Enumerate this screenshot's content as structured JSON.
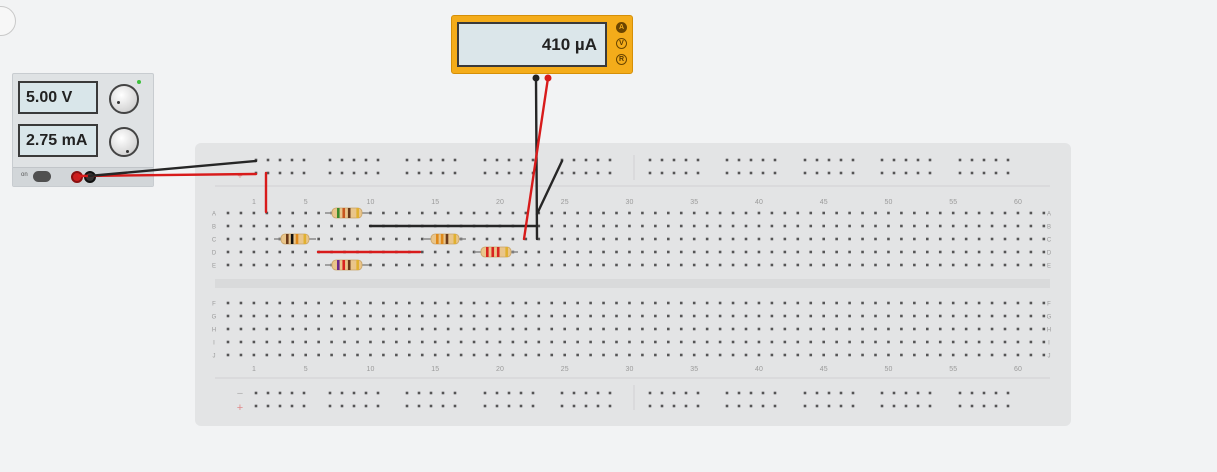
{
  "power_supply": {
    "voltage_display": "5.00 V",
    "current_display": "2.75 mA",
    "toggle_label": "on",
    "colors": {
      "positive_terminal": "#cc1e1e",
      "negative_terminal": "#333333"
    },
    "voltage_knob_icon": "voltage-knob-icon",
    "current_knob_icon": "current-knob-icon"
  },
  "multimeter": {
    "display": "410 µA",
    "modes": [
      {
        "label": "A",
        "active": true
      },
      {
        "label": "V",
        "active": false
      },
      {
        "label": "R",
        "active": false
      }
    ],
    "colors": {
      "body": "#f4ac1a",
      "probe_positive": "#d81b1b",
      "probe_negative": "#222222"
    }
  },
  "breadboard": {
    "column_numbers": [
      "1",
      "5",
      "10",
      "15",
      "20",
      "25",
      "30",
      "35",
      "40",
      "45",
      "50",
      "55",
      "60"
    ],
    "row_letters_top": [
      "A",
      "B",
      "C",
      "D",
      "E"
    ],
    "row_letters_bottom": [
      "F",
      "G",
      "H",
      "I",
      "J"
    ],
    "rail_minus": "−",
    "rail_plus": "+"
  },
  "resistors": [
    {
      "name": "resistor-1",
      "bands": [
        "#3a8a2a",
        "#c8551e",
        "#6b3a1a",
        "#e0b030"
      ]
    },
    {
      "name": "resistor-2",
      "bands": [
        "#6b3a1a",
        "#111111",
        "#e08a1a",
        "#e0b030"
      ]
    },
    {
      "name": "resistor-3",
      "bands": [
        "#e08a1a",
        "#e08a1a",
        "#6b3a1a",
        "#e0b030"
      ]
    },
    {
      "name": "resistor-4",
      "bands": [
        "#d8231f",
        "#d8231f",
        "#d8231f",
        "#e0b030"
      ]
    },
    {
      "name": "resistor-5",
      "bands": [
        "#6b2a8a",
        "#d8231f",
        "#6b3a1a",
        "#e0b030"
      ]
    }
  ],
  "wire_colors": {
    "red": "#d81b1b",
    "black": "#262626"
  }
}
